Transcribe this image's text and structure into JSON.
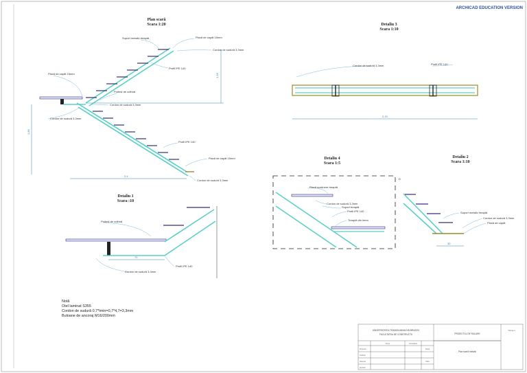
{
  "watermark": "ARCHICAD EDUCATION VERSION",
  "views": {
    "plan": {
      "title": "Plan scară",
      "scale": "Scara 1:20",
      "labels": {
        "suport": "Suport metalic treaptă",
        "placa_top": "Placă de capăt 15mm",
        "cordon_top": "Cordon de sudură 3,3mm",
        "ipe_top": "Profil IPE 140",
        "placa_left": "Placă de capăt 15mm",
        "podest": "Podest de odihnă",
        "cordon_mid": "Cordon de sudură 3,3mm",
        "cordon_left": "Cordon de sudură 3,3mm",
        "ipe_low": "Profil IPE 140",
        "placa_bot": "Placă de capăt 15mm",
        "cordon_bot": "Cordon de sudură 3,3mm"
      },
      "dims": {
        "h_top": "1.16",
        "h_left": "1.80",
        "w_bottom": "2.4"
      }
    },
    "detail3": {
      "title": "Detaliu 3",
      "scale": "Scara 1:10",
      "labels": {
        "cordon": "Cordon de sudură 3,3mm",
        "ipe": "Profil IPE 140"
      },
      "dims": {
        "w": "2.15"
      }
    },
    "detail1": {
      "title": "Detaliu 1",
      "scale": "Scara :10",
      "labels": {
        "podest": "Podest de odihnă",
        "ipe": "Profil IPE 140",
        "cordon": "Cordon de sudură 3,3mm"
      },
      "dims": {
        "w": "70"
      }
    },
    "detail4": {
      "title": "Detaliu 4",
      "scale": "Scara 1:5",
      "marker": "D",
      "labels": {
        "placa": "Placă susținere treaptă",
        "cordon": "Cordon de sudură 3,3mm",
        "suport": "Suport treaptă",
        "ipe": "Profil IPE 140",
        "treapta": "Treaptă din lemn"
      }
    },
    "detail2": {
      "title": "Detaliu 2",
      "scale": "Scara 1:10",
      "labels": {
        "suport": "Suport metalic treaptă",
        "cordon": "Cordon de sudură 3,3mm",
        "placa": "Placă de capăt"
      },
      "dims": {
        "w": "30"
      }
    }
  },
  "notes": {
    "heading": "Notă",
    "line1": "Otel laminat S355",
    "line2": "Cordon de sudură 0,7*tmin=0,7*4,7=3,3mm",
    "line3": "Buloane de ancoraj M16/200mm"
  },
  "title_block": {
    "university": "UNIVERSITATEA TRANSILVANIA DIN BRAȘOV",
    "faculty": "FACULTATEA DE CONSTRUCȚII",
    "project": "PROIECTUL DE RULARE",
    "drawing": "Plan scară metalic",
    "col_name": "Nume",
    "col_sign": "Semnătura",
    "roles": [
      "Proiectat",
      "Verificat",
      "Desenat",
      "Aprobat"
    ],
    "side_a": "Scara",
    "side_b": "Data",
    "plansa": "Planșa nr."
  },
  "colors": {
    "steel": "#5ad0c8",
    "frame": "#3a2b7a",
    "dim": "#3b7fb5",
    "plate": "#9a8a2a"
  }
}
